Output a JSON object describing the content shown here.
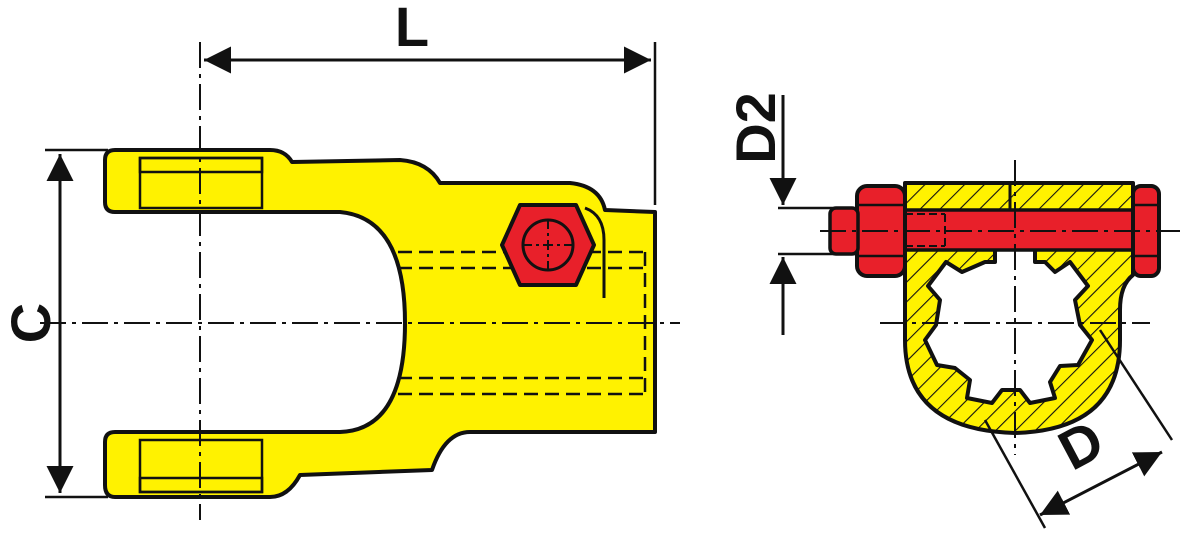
{
  "labels": {
    "length": "L",
    "overall_width": "C",
    "bolt_diameter": "D2",
    "bore_diameter": "D"
  },
  "colors": {
    "yoke": "#FFF200",
    "bolt": "#E8202A",
    "outline": "#111111",
    "background": "#FFFFFF"
  }
}
